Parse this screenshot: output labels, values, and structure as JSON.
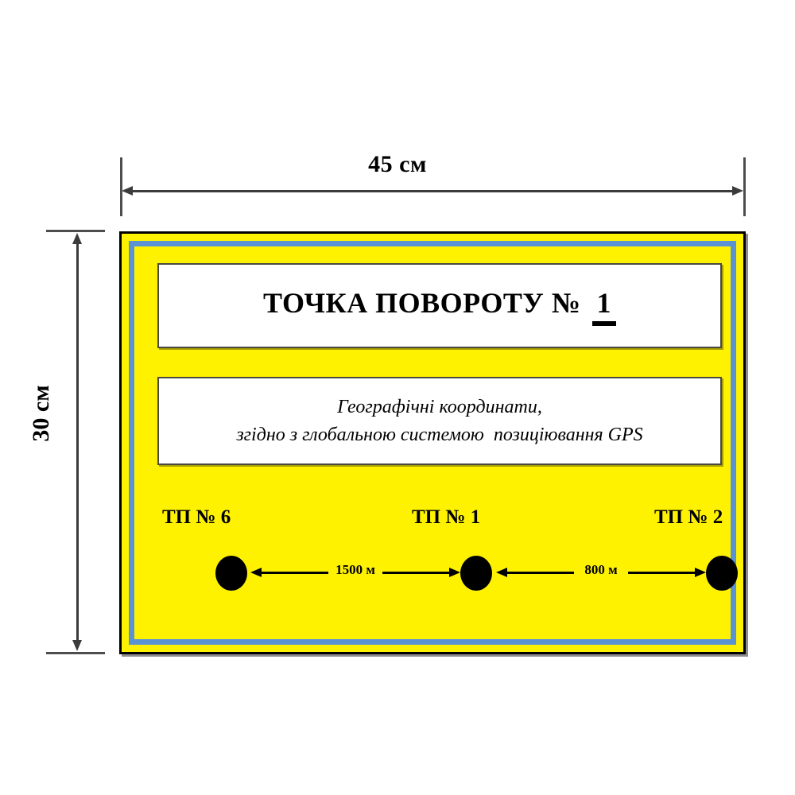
{
  "dimensions": {
    "width_label": "45 см",
    "height_label": "30 см"
  },
  "sign": {
    "colors": {
      "background": "#FFF200",
      "stripe": "#5B92D4",
      "outline": "#000000",
      "panel_background": "#FFFFFF",
      "panel_border": "#4A4A42",
      "text": "#000000"
    },
    "title": {
      "prefix": "ТОЧКА ПОВОРОТУ №",
      "number": "1"
    },
    "coordinates_note": {
      "line1": "Географічні координати,",
      "line2": "згідно з глобальною системою  позиціювання GPS"
    },
    "diagram": {
      "points": [
        {
          "label": "ТП № 6"
        },
        {
          "label": "ТП № 1"
        },
        {
          "label": "ТП № 2"
        }
      ],
      "segments": [
        {
          "distance": "1500 м"
        },
        {
          "distance": "800 м"
        }
      ]
    }
  }
}
